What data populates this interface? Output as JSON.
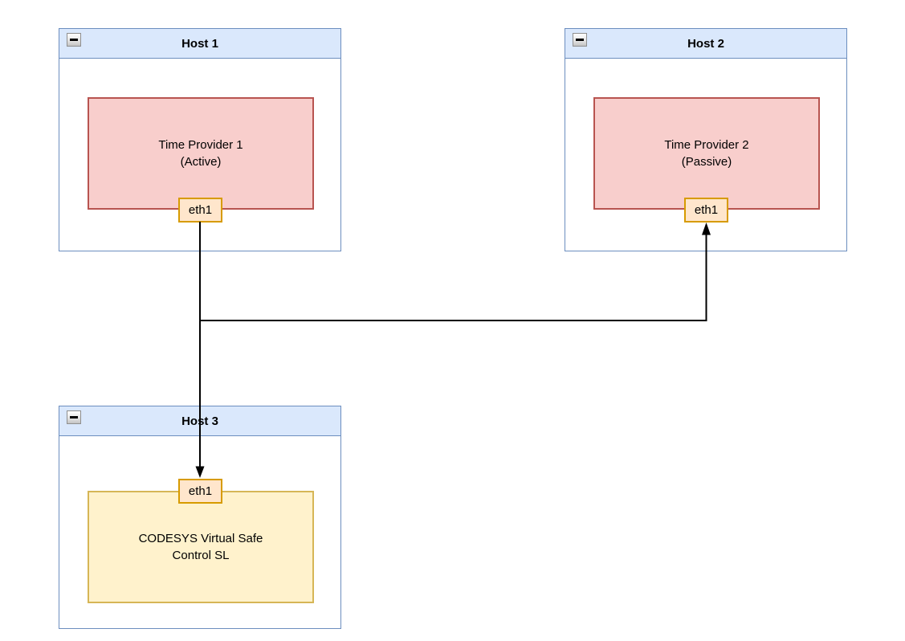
{
  "diagram": {
    "hosts": [
      {
        "title": "Host 1",
        "node_label": "Time Provider 1\n(Active)",
        "port_label": "eth1"
      },
      {
        "title": "Host 2",
        "node_label": "Time Provider 2\n(Passive)",
        "port_label": "eth1"
      },
      {
        "title": "Host 3",
        "node_label": "CODESYS Virtual Safe\nControl SL",
        "port_label": "eth1"
      }
    ],
    "colors": {
      "host_header_fill": "#dae8fc",
      "host_border": "#6c8ebf",
      "host_body_fill": "#ffffff",
      "time_provider_fill": "#f8cecc",
      "time_provider_border": "#b85450",
      "codesys_fill": "#fff2cc",
      "codesys_border": "#d6b656",
      "port_fill": "#ffe6cc",
      "port_border": "#d79b00",
      "connector": "#000000",
      "text": "#000000"
    }
  }
}
